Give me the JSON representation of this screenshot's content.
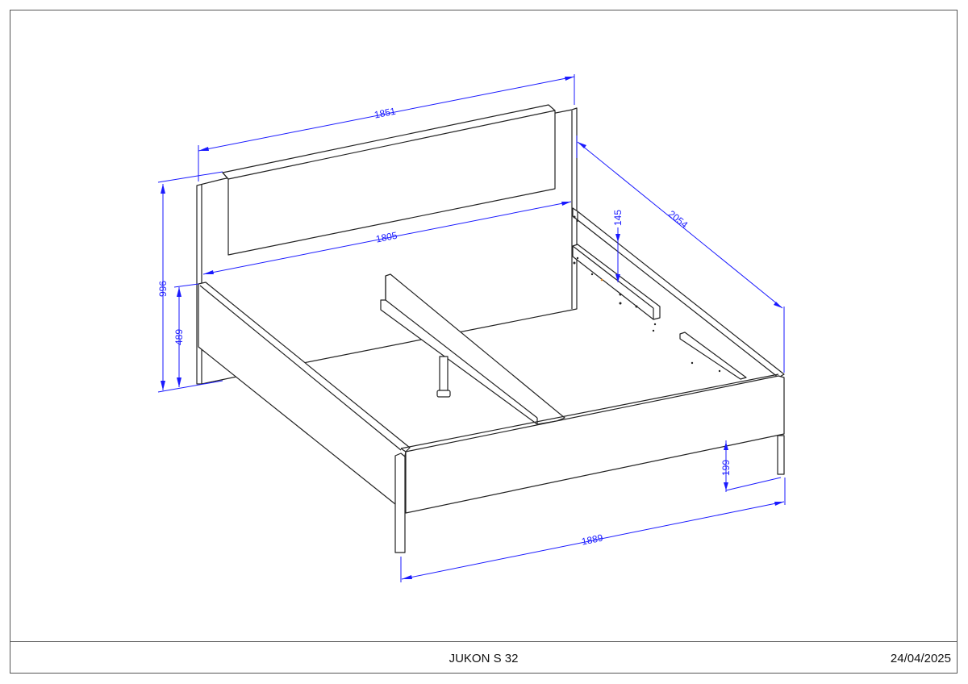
{
  "footer": {
    "title": "JUKON S 32",
    "date": "24/04/2025"
  },
  "dimensions": {
    "headboard_width": "1851",
    "inner_width": "1805",
    "total_height": "996",
    "rail_height": "489",
    "total_length": "2054",
    "slat_rail_offset": "145",
    "leg_clearance": "199",
    "footboard_width": "1889"
  },
  "colors": {
    "dimension": "#1a1aff",
    "line": "#222222"
  }
}
